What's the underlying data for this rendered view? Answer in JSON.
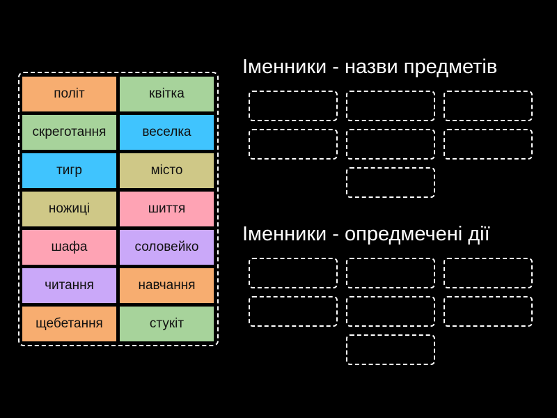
{
  "colors": {
    "orange": "#f7ad70",
    "green": "#a7d39b",
    "blue": "#40c4fe",
    "khaki": "#cfc887",
    "pink": "#fea3b4",
    "lavender": "#caa8f9"
  },
  "tiles": [
    {
      "label": "політ",
      "color": "orange"
    },
    {
      "label": "квітка",
      "color": "green"
    },
    {
      "label": "скреготання",
      "color": "green"
    },
    {
      "label": "веселка",
      "color": "blue"
    },
    {
      "label": "тигр",
      "color": "blue"
    },
    {
      "label": "місто",
      "color": "khaki"
    },
    {
      "label": "ножиці",
      "color": "khaki"
    },
    {
      "label": "шиття",
      "color": "pink"
    },
    {
      "label": "шафа",
      "color": "pink"
    },
    {
      "label": "соловейко",
      "color": "lavender"
    },
    {
      "label": "читання",
      "color": "lavender"
    },
    {
      "label": "навчання",
      "color": "orange"
    },
    {
      "label": "щебетання",
      "color": "orange"
    },
    {
      "label": "стукіт",
      "color": "green"
    }
  ],
  "groups": [
    {
      "title": "Іменники - назви предметів",
      "slots": 7
    },
    {
      "title": "Іменники - опредмечені дії",
      "slots": 7
    }
  ]
}
